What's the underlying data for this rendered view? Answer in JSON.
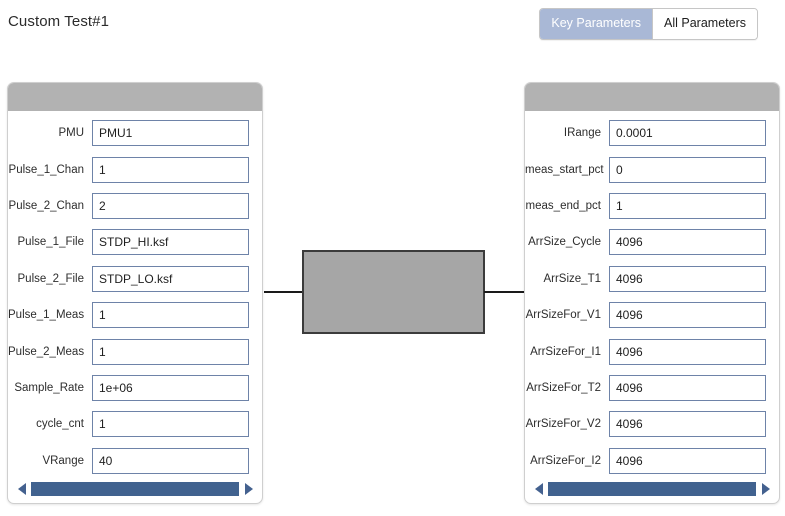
{
  "header": {
    "title": "Custom Test#1",
    "toggle": {
      "options": [
        "Key Parameters",
        "All Parameters"
      ],
      "selected": "Key Parameters",
      "active_color": "#a9b8d6"
    }
  },
  "left_panel": {
    "header_color": "#b2b2b2",
    "fields": [
      {
        "label": "PMU",
        "value": "PMU1"
      },
      {
        "label": "Pulse_1_Chan",
        "value": "1"
      },
      {
        "label": "Pulse_2_Chan",
        "value": "2"
      },
      {
        "label": "Pulse_1_File",
        "value": "STDP_HI.ksf"
      },
      {
        "label": "Pulse_2_File",
        "value": "STDP_LO.ksf"
      },
      {
        "label": "Pulse_1_Meas",
        "value": "1"
      },
      {
        "label": "Pulse_2_Meas",
        "value": "1"
      },
      {
        "label": "Sample_Rate",
        "value": "1e+06"
      },
      {
        "label": "cycle_cnt",
        "value": "1"
      },
      {
        "label": "VRange",
        "value": "40"
      }
    ],
    "scrollbar": {
      "left_arrow": "◀",
      "right_arrow": "▶",
      "thumb_color": "#41628f"
    }
  },
  "right_panel": {
    "header_color": "#b2b2b2",
    "fields": [
      {
        "label": "IRange",
        "value": "0.0001"
      },
      {
        "label": "meas_start_pct",
        "value": "0"
      },
      {
        "label": "meas_end_pct",
        "value": "1"
      },
      {
        "label": "ArrSize_Cycle",
        "value": "4096"
      },
      {
        "label": "ArrSize_T1",
        "value": "4096"
      },
      {
        "label": "ArrSizeFor_V1",
        "value": "4096"
      },
      {
        "label": "ArrSizeFor_I1",
        "value": "4096"
      },
      {
        "label": "ArrSizeFor_T2",
        "value": "4096"
      },
      {
        "label": "ArrSizeFor_V2",
        "value": "4096"
      },
      {
        "label": "ArrSizeFor_I2",
        "value": "4096"
      }
    ],
    "scrollbar": {
      "left_arrow": "◀",
      "right_arrow": "▶",
      "thumb_color": "#41628f"
    }
  },
  "device": {
    "fill_color": "#a6a6a6",
    "border_color": "#3b3b3b"
  }
}
